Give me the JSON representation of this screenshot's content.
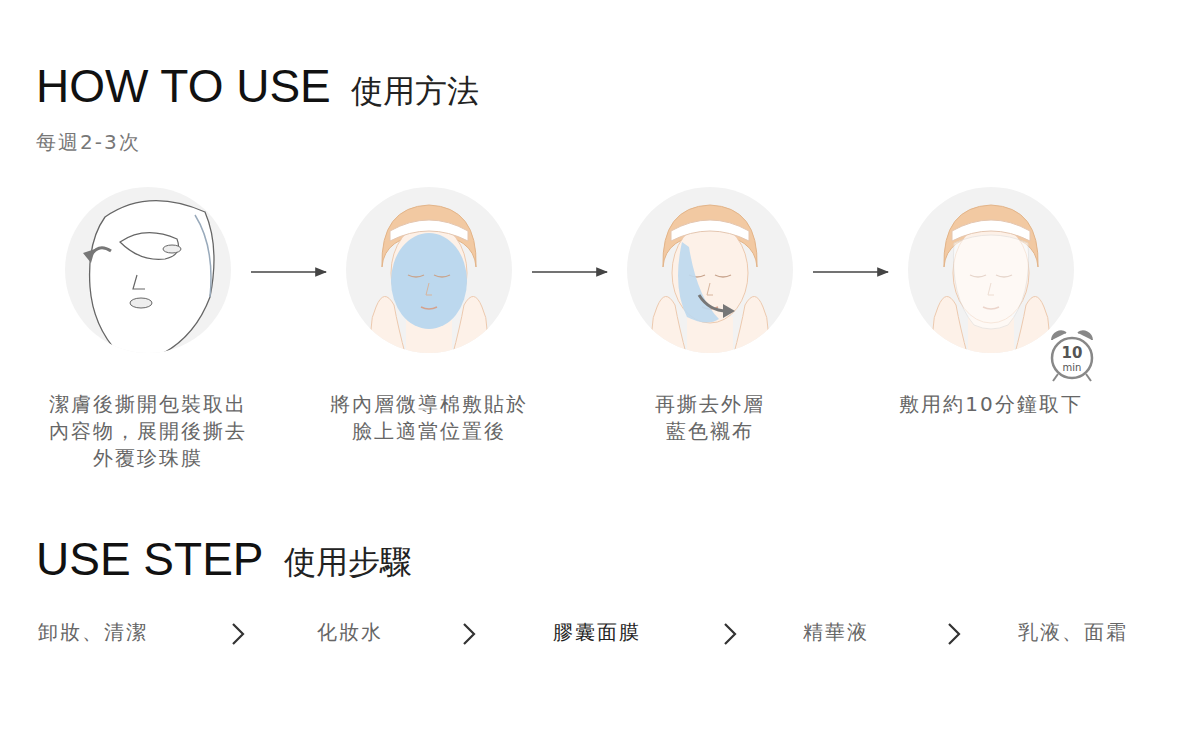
{
  "diagram": {
    "title": "HOW TO USE",
    "nodes": [
      {
        "text": [
          "潔膚後撕開包裝取出 內容物，展開後撕去 外覆珍珠膜"
        ]
      },
      {
        "text": [
          "將內層微導棉敷貼於 臉上適當位置後"
        ]
      },
      {
        "text": [
          "再撕去外層 藍色襯布"
        ]
      },
      {
        "text": [
          "敷用約10分鐘取下"
        ]
      }
    ],
    "edges": [
      {
        "from": 0,
        "to": 1,
        "arrow": "to"
      },
      {
        "from": 1,
        "to": 2,
        "arrow": "to"
      },
      {
        "from": 2,
        "to": 3,
        "arrow": "to"
      }
    ],
    "labels": [
      "使用方法",
      "每週2-3次",
      "10",
      "min",
      "USE STEP",
      "使用步驟",
      "卸妝、清潔",
      "化妝水",
      "膠囊面膜",
      "精華液",
      "乳液、面霜"
    ]
  }
}
